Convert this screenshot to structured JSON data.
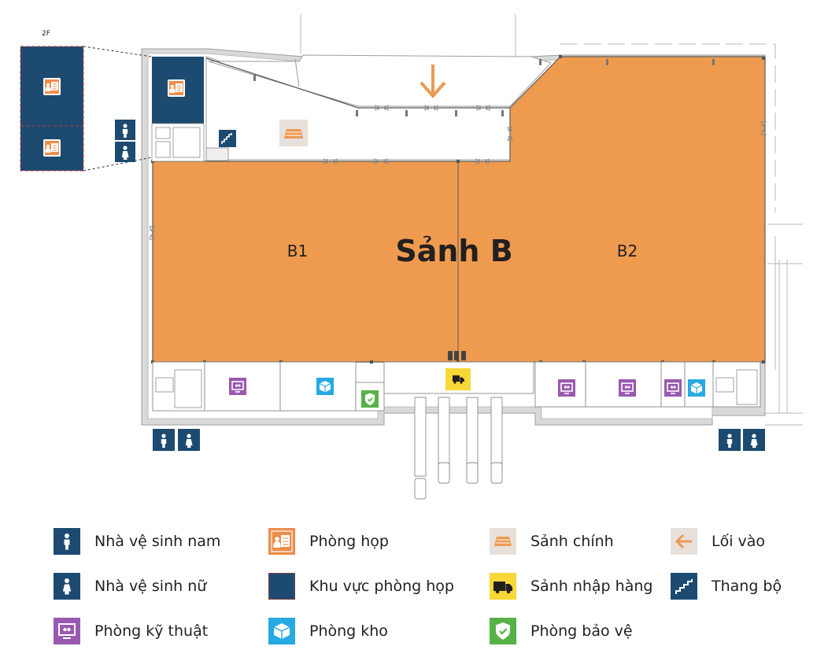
{
  "floor_label": "2F",
  "hall": {
    "title": "Sảnh B",
    "zone_left": "B1",
    "zone_right": "B2"
  },
  "colors": {
    "hall": "#ee9b4f",
    "navy": "#1d4a70",
    "meeting": "#ed8d4a",
    "technical": "#9a59b1",
    "storage": "#27a9e1",
    "security": "#56b247",
    "loading": "#f8d837",
    "lobby": "#e8e0da",
    "entrance": "#ed9a52",
    "wall": "#d9d9d9"
  },
  "legend": [
    {
      "icon": "male-restroom-icon",
      "label": "Nhà vệ sinh nam"
    },
    {
      "icon": "meeting-room-icon",
      "label": "Phòng họp"
    },
    {
      "icon": "main-lobby-icon",
      "label": "Sảnh chính"
    },
    {
      "icon": "entrance-arrow-icon",
      "label": "Lối vào"
    },
    {
      "icon": "female-restroom-icon",
      "label": "Nhà vệ sinh nữ"
    },
    {
      "icon": "meeting-area-icon",
      "label": "Khu vực phòng họp"
    },
    {
      "icon": "loading-dock-icon",
      "label": "Sảnh nhập hàng"
    },
    {
      "icon": "stairs-icon",
      "label": "Thang bộ"
    },
    {
      "icon": "technical-room-icon",
      "label": "Phòng kỹ thuật"
    },
    {
      "icon": "storage-room-icon",
      "label": "Phòng kho"
    },
    {
      "icon": "security-room-icon",
      "label": "Phòng bảo vệ"
    }
  ]
}
